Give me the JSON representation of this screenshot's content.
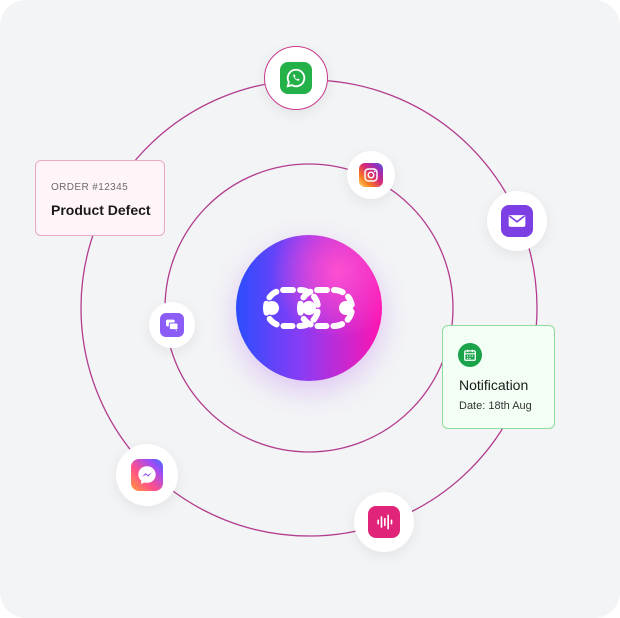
{
  "order_card": {
    "label": "ORDER #12345",
    "title": "Product Defect"
  },
  "notification_card": {
    "title": "Notification",
    "date": "Date: 18th Aug"
  },
  "channels": [
    {
      "name": "whatsapp-icon"
    },
    {
      "name": "instagram-icon"
    },
    {
      "name": "mail-icon"
    },
    {
      "name": "chat-bubble-icon"
    },
    {
      "name": "messenger-icon"
    },
    {
      "name": "voice-wave-icon"
    }
  ],
  "colors": {
    "orbit": "#b23c8e",
    "whatsapp": "#25b14a",
    "mail": "#7b3fe4",
    "chat": "#8b5cf6",
    "voice": "#e0247a",
    "notification": "#1aa34a",
    "order_border": "#e7a9c4",
    "notification_border": "#8fdc9e"
  }
}
